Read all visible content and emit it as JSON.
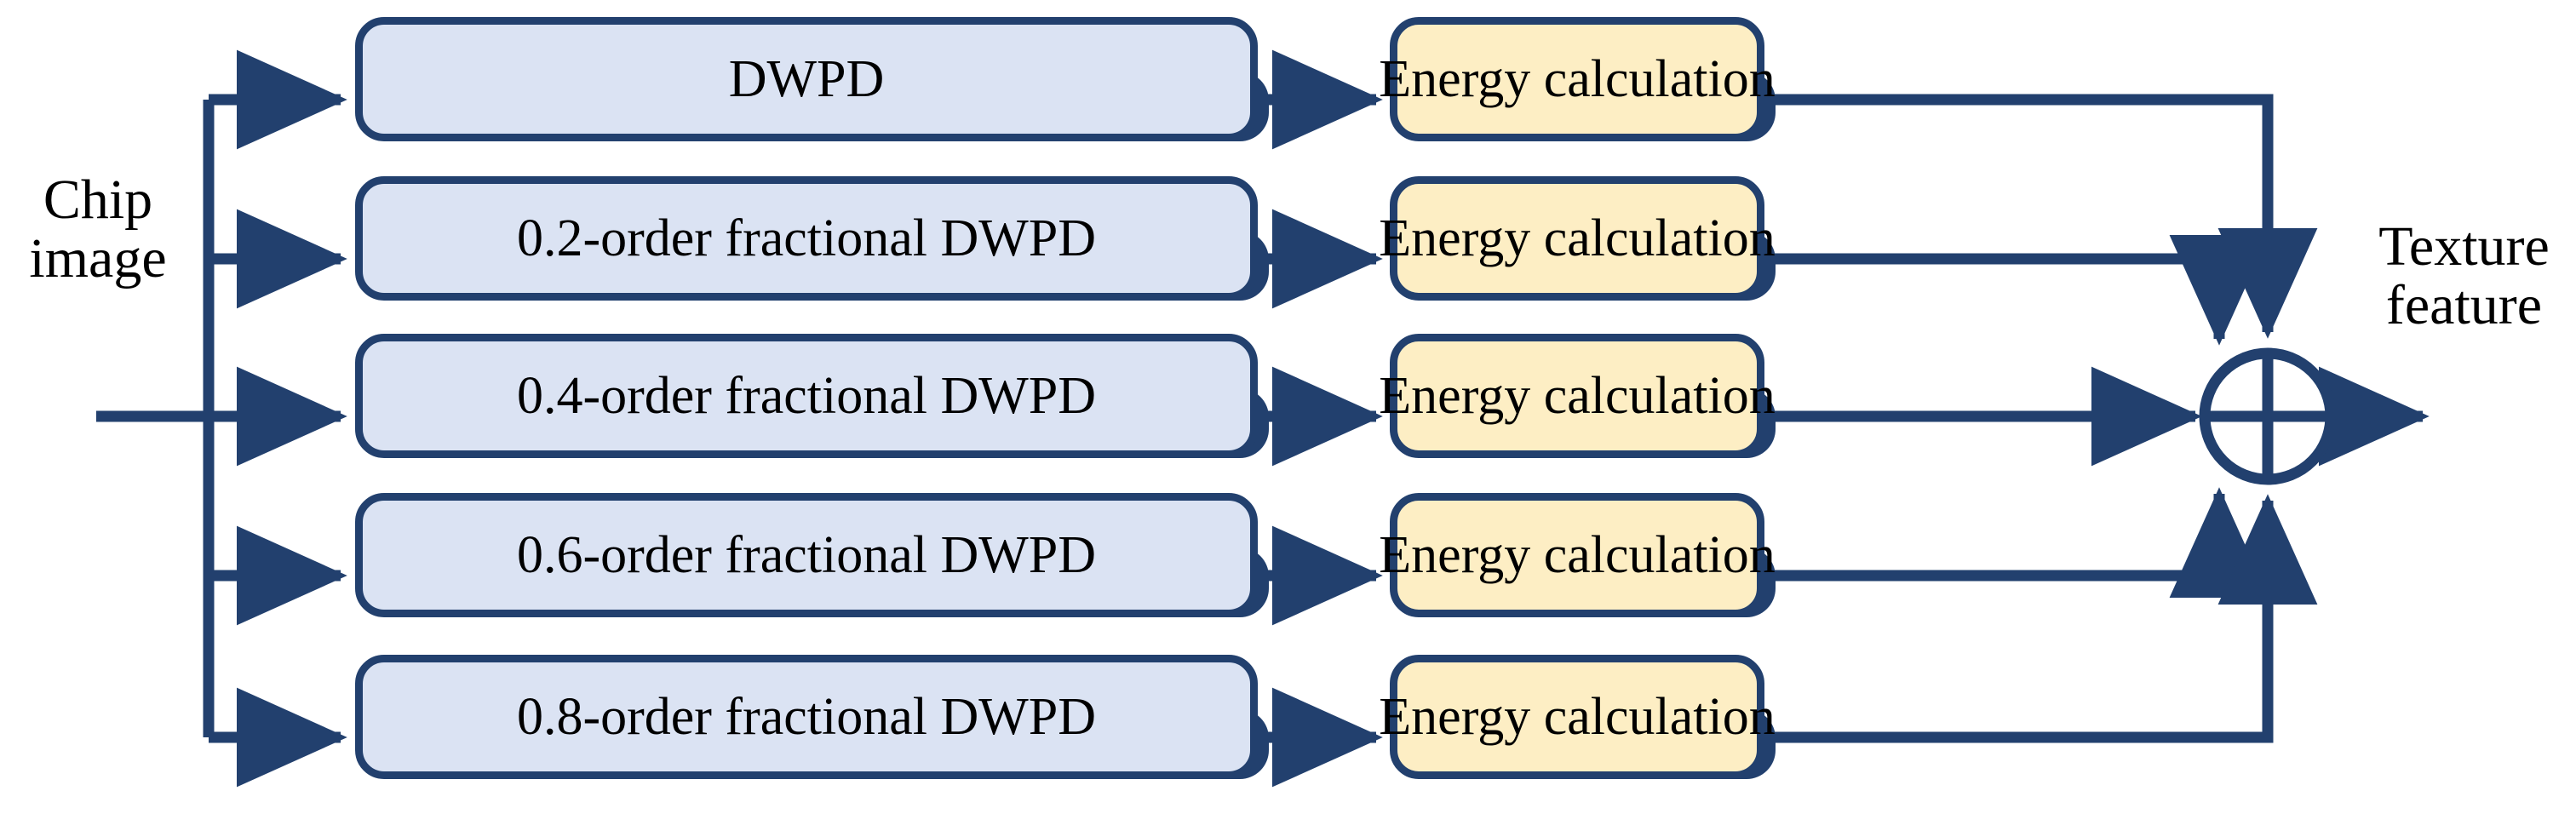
{
  "diagram": {
    "title": "Multi-scale fractional DWPD texture feature extraction block diagram",
    "colors": {
      "line": "#22406e",
      "blue_fill": "#dbe3f3",
      "yellow_fill": "#fdeec4",
      "border": "#22406e",
      "text": "#000000",
      "background": "#ffffff"
    },
    "input": {
      "label_line1": "Chip",
      "label_line2": "image",
      "label_full": "Chip image"
    },
    "output": {
      "label_line1": "Texture",
      "label_line2": "feature",
      "label_full": "Texture feature"
    },
    "summation_node": {
      "symbol": "crossed-circle",
      "operation": "sum"
    },
    "rows": [
      {
        "transform": "DWPD",
        "energy": "Energy calculation"
      },
      {
        "transform": "0.2-order fractional DWPD",
        "energy": "Energy calculation"
      },
      {
        "transform": "0.4-order fractional DWPD",
        "energy": "Energy calculation"
      },
      {
        "transform": "0.6-order fractional DWPD",
        "energy": "Energy calculation"
      },
      {
        "transform": "0.8-order fractional DWPD",
        "energy": "Energy calculation"
      }
    ]
  }
}
